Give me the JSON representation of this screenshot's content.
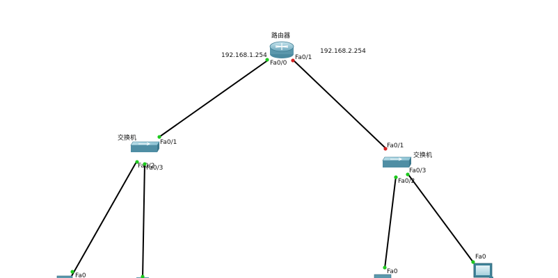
{
  "diagram": {
    "colors": {
      "link": "#000000",
      "port_up": "#1ec81e",
      "port_down": "#d42020",
      "device_top": "#a9d4e0",
      "device_side": "#4b8aa0"
    },
    "router": {
      "name": "路由器",
      "ip_left": "192.168.1.254",
      "ip_right": "192.168.2.254",
      "port_left": "Fa0/0",
      "port_right": "Fa0/1"
    },
    "switch_left": {
      "name": "交换机",
      "port_up": "Fa0/1",
      "port_down_a": "Fa0/2",
      "port_down_b": "Fa0/3"
    },
    "switch_right": {
      "name": "交换机",
      "port_up": "Fa0/1",
      "port_down_a": "Fa0/2",
      "port_down_b": "Fa0/3"
    },
    "pc_ports": {
      "pc1": "Fa0",
      "pc3": "Fa0",
      "pc4": "Fa0"
    }
  }
}
